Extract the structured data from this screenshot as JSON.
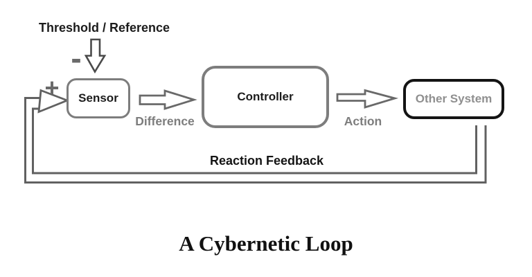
{
  "diagram": {
    "title": "A Cybernetic Loop",
    "threshold_label": "Threshold / Reference",
    "minus_sign": "-",
    "plus_sign": "+",
    "nodes": {
      "sensor": {
        "label": "Sensor"
      },
      "controller": {
        "label": "Controller"
      },
      "other_system": {
        "label": "Other System"
      }
    },
    "edges": {
      "threshold_input": {
        "label": "",
        "direction": "down",
        "from": "Threshold / Reference",
        "to": "Sensor"
      },
      "difference": {
        "label": "Difference",
        "direction": "right",
        "from": "Sensor",
        "to": "Controller"
      },
      "action": {
        "label": "Action",
        "direction": "right",
        "from": "Controller",
        "to": "Other System"
      },
      "feedback": {
        "label": "Reaction Feedback",
        "direction": "loop",
        "from": "Other System",
        "to": "Sensor"
      }
    }
  },
  "colors": {
    "text_black": "#1c1c1c",
    "label_gray": "#7d7d7d",
    "box_border": "#7d7d7d",
    "emphasis_border": "#141414",
    "arrow_outline": "#696969",
    "dark_arrow_outline": "#4a4a4a",
    "pipe_gray": "#616161",
    "sign_gray": "#6a6a6a",
    "bg": "#ffffff"
  }
}
